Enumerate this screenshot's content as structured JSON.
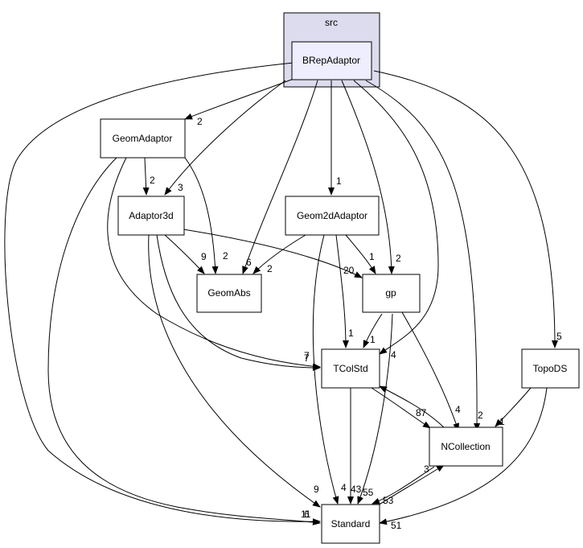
{
  "cluster": {
    "label": "src",
    "fill": "#dcdcee",
    "stroke": "#000000"
  },
  "colors": {
    "highlight_fill": "#eeeeff",
    "node_fill": "#ffffff",
    "edge": "#000000"
  },
  "nodes": {
    "brepadaptor": "BRepAdaptor",
    "geomadaptor": "GeomAdaptor",
    "adaptor3d": "Adaptor3d",
    "geom2dadaptor": "Geom2dAdaptor",
    "geomabs": "GeomAbs",
    "gp": "gp",
    "tcolstd": "TColStd",
    "topods": "TopoDS",
    "ncollection": "NCollection",
    "standard": "Standard"
  },
  "edge_labels": {
    "brep_geomadaptor": "2",
    "brep_adaptor3d": "3",
    "brep_geom2d": "1",
    "brep_geomabs": "6",
    "brep_gp": "2",
    "brep_topods": "5",
    "brep_ncollection": "2",
    "brep_tcolstd": "4",
    "brep_standard": "11",
    "geomadaptor_adaptor3d": "2",
    "geomadaptor_geomabs": "2",
    "geomadaptor_tcolstd": "7",
    "geomadaptor_standard": "6",
    "adaptor3d_geomabs": "9",
    "adaptor3d_gp": "20",
    "adaptor3d_tcolstd": "7",
    "adaptor3d_standard": "9",
    "geom2d_geomabs": "2",
    "geom2d_gp": "1",
    "geom2d_tcolstd": "1",
    "geom2d_standard": "4",
    "gp_tcolstd": "1",
    "gp_ncollection": "4",
    "gp_standard": "55",
    "tcolstd_ncollection": "87",
    "tcolstd_standard": "43",
    "ncollection_standard": "53",
    "standard_ncollection": "3",
    "topods_ncollection": "1",
    "topods_standard": "51"
  }
}
